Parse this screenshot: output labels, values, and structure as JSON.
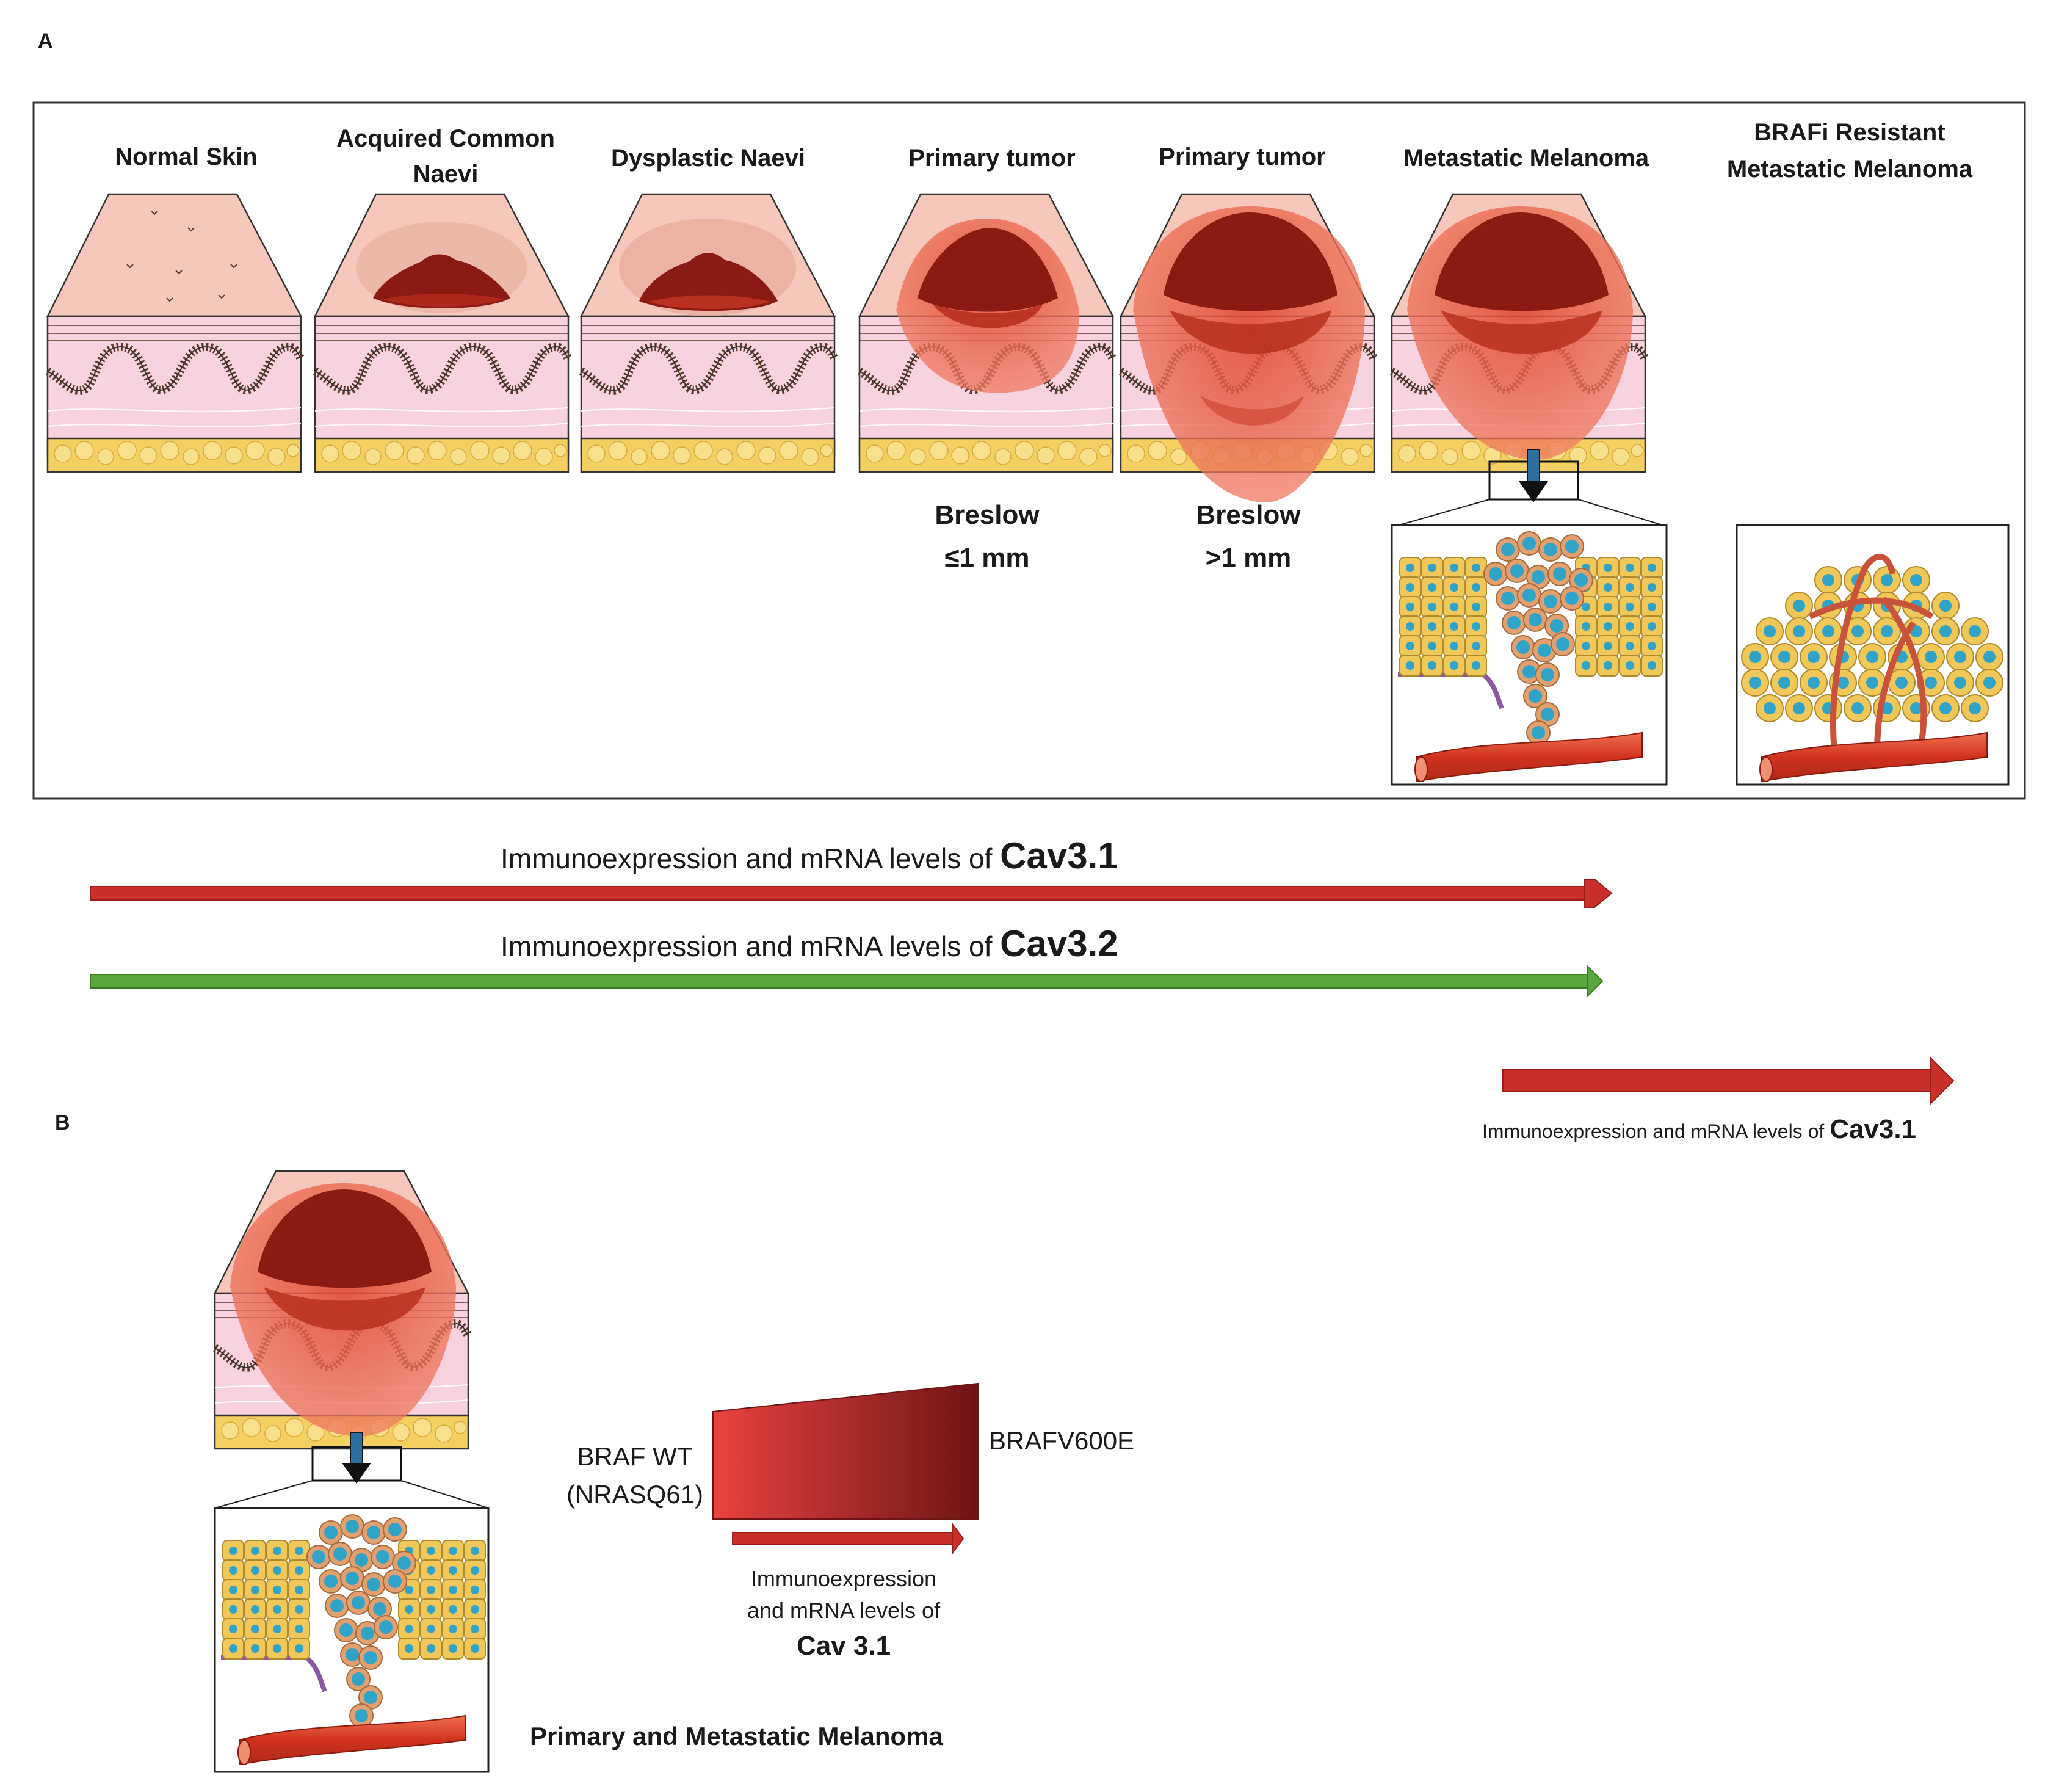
{
  "panel_a": {
    "letter": "A",
    "stages": [
      {
        "id": "normal",
        "label_lines": [
          "Normal Skin"
        ]
      },
      {
        "id": "acquired",
        "label_lines": [
          "Acquired Common",
          "Naevi"
        ]
      },
      {
        "id": "dysplastic",
        "label_lines": [
          "Dysplastic Naevi"
        ]
      },
      {
        "id": "primary1",
        "label_lines": [
          "Primary tumor"
        ]
      },
      {
        "id": "primary2",
        "label_lines": [
          "Primary tumor"
        ]
      },
      {
        "id": "metastatic",
        "label_lines": [
          "Metastatic Melanoma"
        ]
      },
      {
        "id": "brafi",
        "label_lines": [
          "BRAFi Resistant",
          "Metastatic Melanoma"
        ]
      }
    ],
    "breslow": [
      {
        "line1": "Breslow",
        "line2": "≤1 mm"
      },
      {
        "line1": "Breslow",
        "line2": ">1 mm"
      }
    ]
  },
  "arrows": [
    {
      "id": "cav31",
      "prefix": "Immunoexpression and mRNA levels of ",
      "bold": "Cav3.1",
      "color": "#c9302c"
    },
    {
      "id": "cav32",
      "prefix": "Immunoexpression and mRNA levels of ",
      "bold": "Cav3.2",
      "color": "#5aa83c"
    },
    {
      "id": "cav31_right",
      "prefix": "Immunoexpression and mRNA levels of ",
      "bold": "Cav3.1",
      "color": "#c9302c"
    }
  ],
  "panel_b": {
    "letter": "B",
    "caption": "Primary and Metastatic Melanoma",
    "left_label_line1": "BRAF WT",
    "left_label_line2": "(NRASQ61)",
    "right_label": "BRAFV600E",
    "arrow_text_line1": "Immunoexpression",
    "arrow_text_line2": "and mRNA levels of",
    "arrow_text_bold": "Cav 3.1"
  },
  "colors": {
    "skin_top": "#f6c8bb",
    "dermis": "#f8d3df",
    "fat": "#f4d063",
    "tumor_dark": "#8b1a12",
    "tumor_mid": "#c0392b",
    "tumor_light": "#e8604c",
    "cell_body": "#f0c85a",
    "nucleus": "#2fa3c8",
    "red_arrow": "#c9302c",
    "green_arrow": "#5aa83c"
  }
}
